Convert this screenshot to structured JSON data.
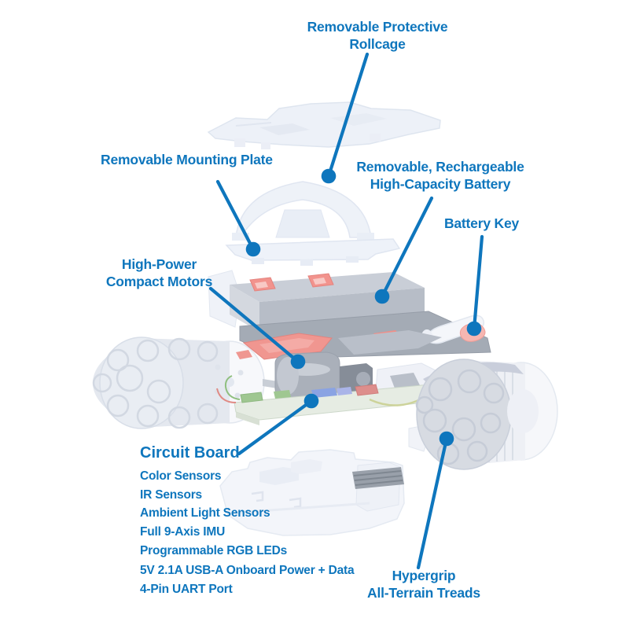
{
  "diagram": {
    "product": "robot exploded view",
    "colors": {
      "accent_blue": "#0e76bd",
      "latch_red": "#f2938d",
      "part_light": "#eef1f8",
      "battery_gray": "#b7bdc7",
      "pcb_green": "#e6ece3"
    },
    "labels": {
      "rollcage": {
        "line1": "Removable Protective",
        "line2": "Rollcage"
      },
      "mounting_plate": {
        "text": "Removable Mounting Plate"
      },
      "battery": {
        "line1": "Removable, Rechargeable",
        "line2": "High-Capacity Battery"
      },
      "battery_key": {
        "text": "Battery Key"
      },
      "motors": {
        "line1": "High-Power",
        "line2": "Compact Motors"
      },
      "circuit_board": {
        "heading": "Circuit Board",
        "items": [
          "Color Sensors",
          "IR Sensors",
          "Ambient Light Sensors",
          "Full 9-Axis IMU",
          "Programmable RGB LEDs",
          "5V 2.1A USB-A Onboard Power + Data",
          "4-Pin UART Port"
        ]
      },
      "treads": {
        "line1": "Hypergrip",
        "line2": "All-Terrain Treads"
      }
    }
  }
}
